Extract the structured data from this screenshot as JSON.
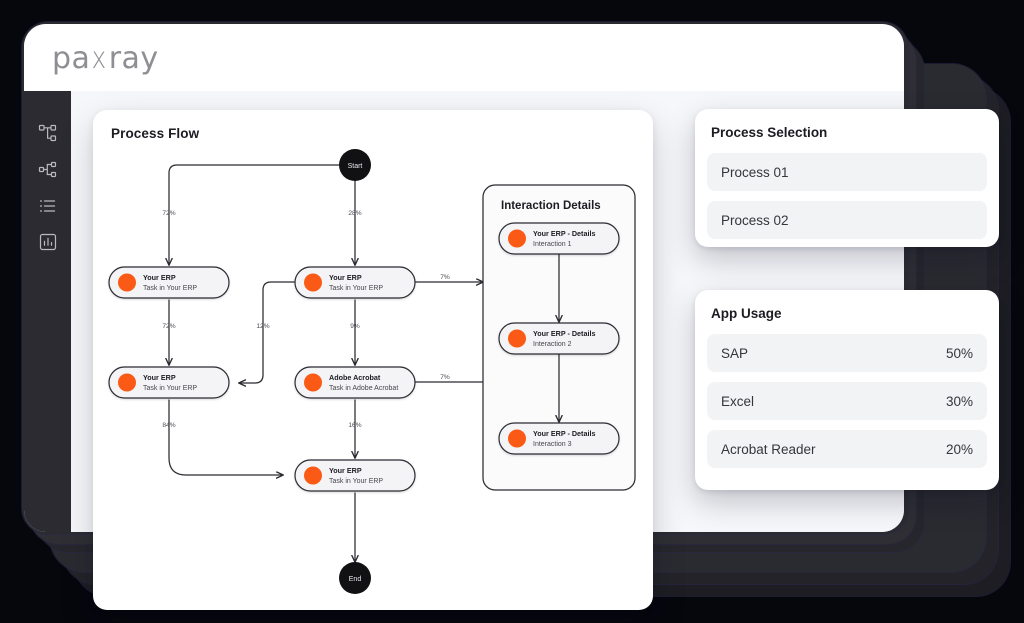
{
  "app": {
    "logo_text": "paxray",
    "logo_part_1": "pa",
    "logo_x": "x",
    "logo_part_2": "ray"
  },
  "sidebar": {
    "items": [
      {
        "icon": "org-chart-icon",
        "name": "sidebar-item-process-map"
      },
      {
        "icon": "network-share-icon",
        "name": "sidebar-item-network"
      },
      {
        "icon": "list-icon",
        "name": "sidebar-item-list"
      },
      {
        "icon": "chart-box-icon",
        "name": "sidebar-item-analytics"
      }
    ]
  },
  "flow_card": {
    "title": "Process Flow",
    "start_label": "Start",
    "end_label": "End",
    "group_title": "Interaction Details",
    "nodes": [
      {
        "id": "n1",
        "title": "Your ERP",
        "subtitle": "Task in Your ERP"
      },
      {
        "id": "n2",
        "title": "Your ERP",
        "subtitle": "Task in Your ERP"
      },
      {
        "id": "n3",
        "title": "Your ERP",
        "subtitle": "Task in Your ERP"
      },
      {
        "id": "n4",
        "title": "Adobe Acrobat",
        "subtitle": "Task in Adobe Acrobat"
      },
      {
        "id": "n5",
        "title": "Your ERP",
        "subtitle": "Task in Your ERP"
      },
      {
        "id": "d1",
        "title": "Your ERP - Details",
        "subtitle": "Interaction 1"
      },
      {
        "id": "d2",
        "title": "Your ERP - Details",
        "subtitle": "Interaction 2"
      },
      {
        "id": "d3",
        "title": "Your ERP - Details",
        "subtitle": "Interaction 3"
      }
    ],
    "edge_labels": {
      "start_left": "72%",
      "start_right": "28%",
      "n1_to_n2": "72%",
      "n3_to_n2": "12%",
      "n3_to_n4": "9%",
      "n2_to_n5": "84%",
      "n4_to_n5": "16%",
      "n3_to_details": "7%",
      "details_to_n4": "7%"
    }
  },
  "process_selection": {
    "title": "Process Selection",
    "items": [
      {
        "label": "Process 01"
      },
      {
        "label": "Process 02"
      }
    ]
  },
  "app_usage": {
    "title": "App Usage",
    "items": [
      {
        "label": "SAP",
        "value": "50%"
      },
      {
        "label": "Excel",
        "value": "30%"
      },
      {
        "label": "Acrobat Reader",
        "value": "20%"
      }
    ]
  },
  "colors": {
    "accent_orange": "#FA5A14",
    "frame_dark": "#2b2b31",
    "backdrop": "#06060d",
    "node_fill": "#f4f4f6",
    "node_border": "#2b2b31"
  }
}
